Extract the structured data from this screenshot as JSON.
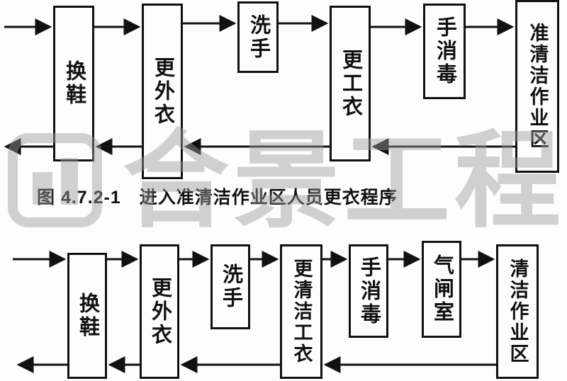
{
  "colors": {
    "ink": "#111111",
    "background": "#fdfdfd",
    "watermark_gray": "#9a9a9a"
  },
  "watermark": {
    "text": "合景工程"
  },
  "figure1": {
    "caption": "图 4.7.2-1　进入准清洁作业区人员更衣程序",
    "boxes": [
      {
        "label": "换鞋"
      },
      {
        "label": "更外衣"
      },
      {
        "label": "洗手"
      },
      {
        "label": "更工衣"
      },
      {
        "label": "手消毒"
      },
      {
        "label": "准清洁作业区"
      }
    ]
  },
  "figure2": {
    "boxes": [
      {
        "label": "换鞋"
      },
      {
        "label": "更外衣"
      },
      {
        "label": "洗手"
      },
      {
        "label": "更清洁工衣"
      },
      {
        "label": "手消毒"
      },
      {
        "label": "气闸室"
      },
      {
        "label": "清洁作业区"
      }
    ]
  }
}
